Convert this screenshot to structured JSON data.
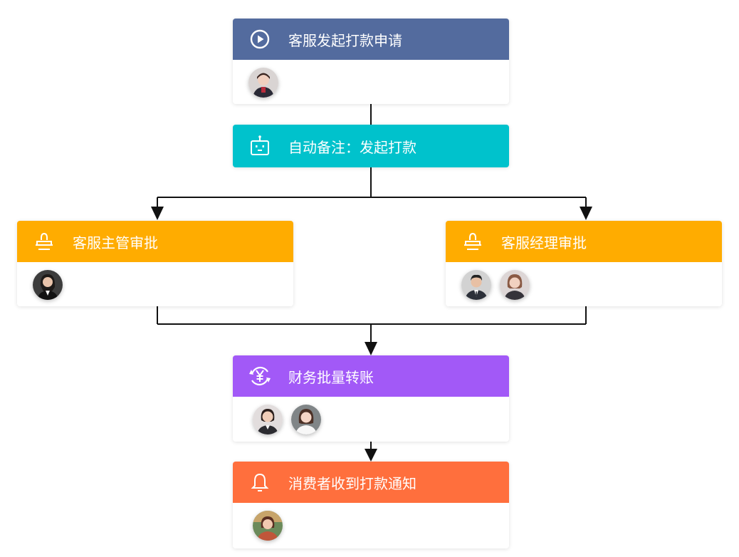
{
  "colors": {
    "start": "#536b9e",
    "auto": "#00c2cc",
    "approve": "#ffac00",
    "finance": "#a259f7",
    "notify": "#ff6f3d",
    "line": "#111111"
  },
  "nodes": {
    "start": {
      "title": "客服发起打款申请",
      "icon": "play-circle-icon"
    },
    "auto": {
      "title": "自动备注：发起打款",
      "icon": "robot-icon"
    },
    "supervisor": {
      "title": "客服主管审批",
      "icon": "stamp-icon"
    },
    "manager": {
      "title": "客服经理审批",
      "icon": "stamp-icon"
    },
    "finance": {
      "title": "财务批量转账",
      "icon": "yuan-refresh-icon"
    },
    "notify": {
      "title": "消费者收到打款通知",
      "icon": "bell-icon"
    }
  }
}
